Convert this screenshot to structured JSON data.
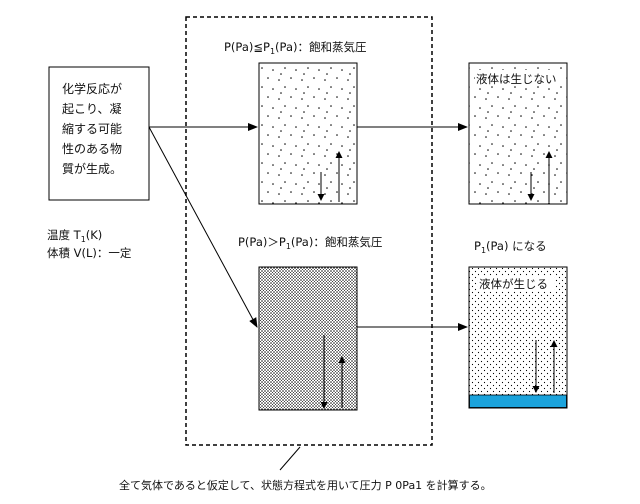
{
  "source_box_lines": [
    "化学反応が",
    "起こり、凝",
    "縮する可能",
    "性のある物",
    "質が生成。"
  ],
  "conditions": {
    "temperature_prefix": "温度 T",
    "temperature_sub": "1",
    "temperature_suffix": "(K)",
    "volume": "体積 V(L)：一定"
  },
  "upper_path": {
    "label_pre": "P(Pa)≦P",
    "label_sub": "1",
    "label_post": "(Pa)：飽和蒸気圧",
    "result_text": "液体は生じない"
  },
  "lower_path": {
    "label_pre": "P(Pa)＞P",
    "label_sub": "1",
    "label_post": "(Pa)：飽和蒸気圧",
    "result_label_pre": "P",
    "result_label_sub": "1",
    "result_label_post": "(Pa) になる",
    "result_text": "液体が生じる"
  },
  "caption": "全て気体であると仮定して、状態方程式を用いて圧力 P 0Pa1 を計算する。",
  "colors": {
    "liquid": "#1ba3dc",
    "stroke": "#000000"
  }
}
